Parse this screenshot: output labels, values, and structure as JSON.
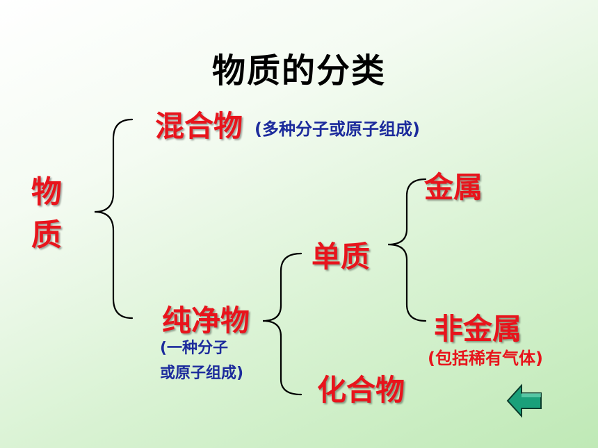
{
  "title": "物质的分类",
  "root": {
    "line1": "物",
    "line2": "质"
  },
  "mixture": {
    "label": "混合物",
    "note": "(多种分子或原子组成)"
  },
  "pure_substance": {
    "label": "纯净物",
    "note_line1": "(一种分子",
    "note_line2": "或原子组成)"
  },
  "simple_substance": {
    "label": "单质"
  },
  "compound": {
    "label": "化合物"
  },
  "metal": {
    "label": "金属"
  },
  "nonmetal": {
    "label": "非金属",
    "note": "(包括稀有气体)"
  },
  "colors": {
    "title": "#000000",
    "category": "#e8141c",
    "note_blue": "#1c2b9c",
    "arrow_fill": "#1aa07a",
    "background_end": "#bfe9b6"
  },
  "icons": {
    "back": "left-arrow-icon"
  }
}
